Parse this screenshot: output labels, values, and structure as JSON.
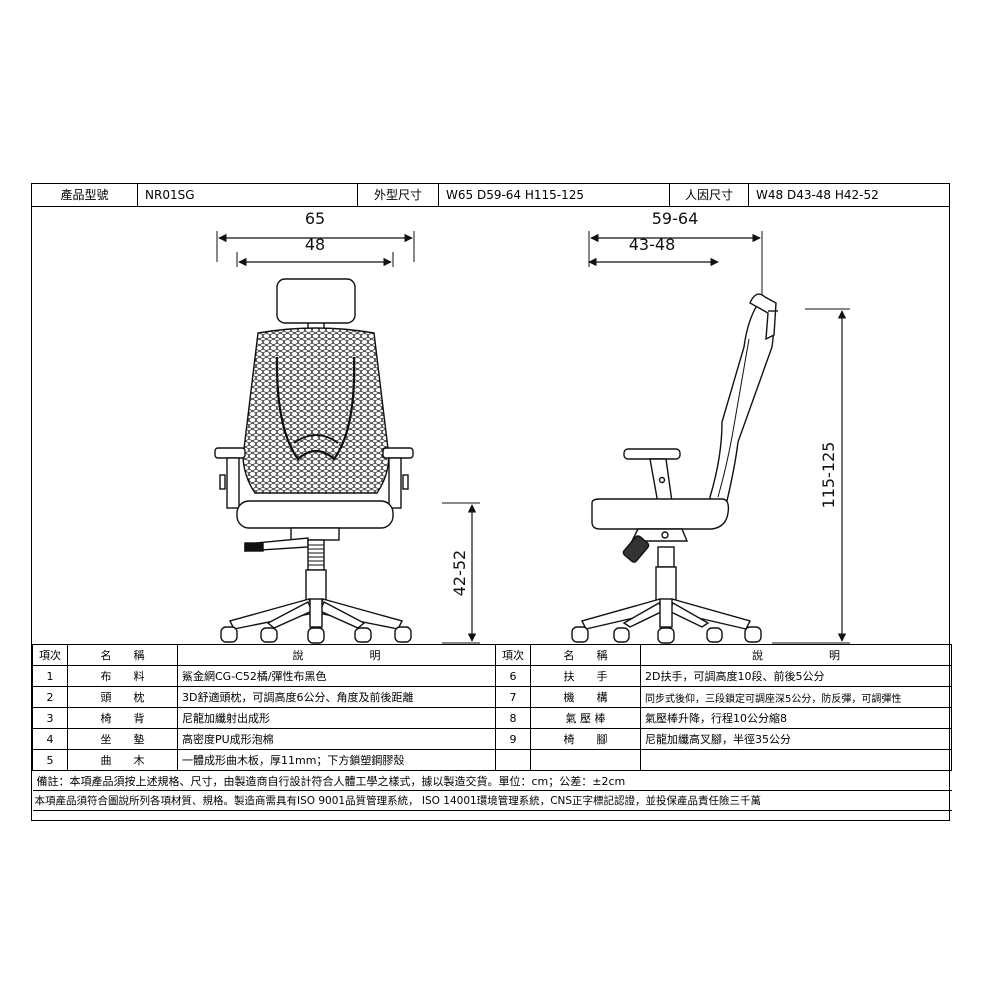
{
  "header": {
    "model_label": "產品型號",
    "model_value": "NR01SG",
    "size_label": "外型尺寸",
    "size_value": "W65 D59-64 H115-125",
    "ergo_label": "人因尺寸",
    "ergo_value": "W48 D43-48 H42-52"
  },
  "dimensions": {
    "front_outer_width": "65",
    "front_seat_width": "48",
    "side_outer_depth": "59-64",
    "side_seat_depth": "43-48",
    "seat_height": "42-52",
    "total_height": "115-125"
  },
  "table": {
    "col_no": "項次",
    "col_name": "名　　稱",
    "col_desc": "說　　　　　　明",
    "left_rows": [
      {
        "no": "1",
        "name": "布　　料",
        "desc": "鯊金網CG-C52橘/彈性布黑色"
      },
      {
        "no": "2",
        "name": "頭　　枕",
        "desc": "3D舒適頭枕，可調高度6公分、角度及前後距離"
      },
      {
        "no": "3",
        "name": "椅　　背",
        "desc": "尼龍加纖射出成形"
      },
      {
        "no": "4",
        "name": "坐　　墊",
        "desc": "高密度PU成形泡棉"
      },
      {
        "no": "5",
        "name": "曲　　木",
        "desc": "一體成形曲木板，厚11mm；下方鎖塑鋼膠殼"
      }
    ],
    "right_rows": [
      {
        "no": "6",
        "name": "扶　　手",
        "desc": "2D扶手，可調高度10段、前後5公分"
      },
      {
        "no": "7",
        "name": "機　　構",
        "desc": "同步式後仰，三段鎖定可調座深5公分，防反彈，可調彈性"
      },
      {
        "no": "8",
        "name": "氣 壓 棒",
        "desc": "氣壓棒升降，行程10公分縮8"
      },
      {
        "no": "9",
        "name": "椅　　腳",
        "desc": "尼龍加纖高叉腳，半徑35公分"
      }
    ]
  },
  "notes": {
    "line1": "備註：本項產品須按上述規格、尺寸，由製造商自行設計符合人體工學之樣式，據以製造交貨。單位：cm；公差：±2cm",
    "line2": "本項產品須符合圖說所列各項材質、規格。製造商需具有ISO 9001品質管理系統， ISO 14001環境管理系統，CNS正字標記認證，並投保產品責任險三千萬"
  }
}
